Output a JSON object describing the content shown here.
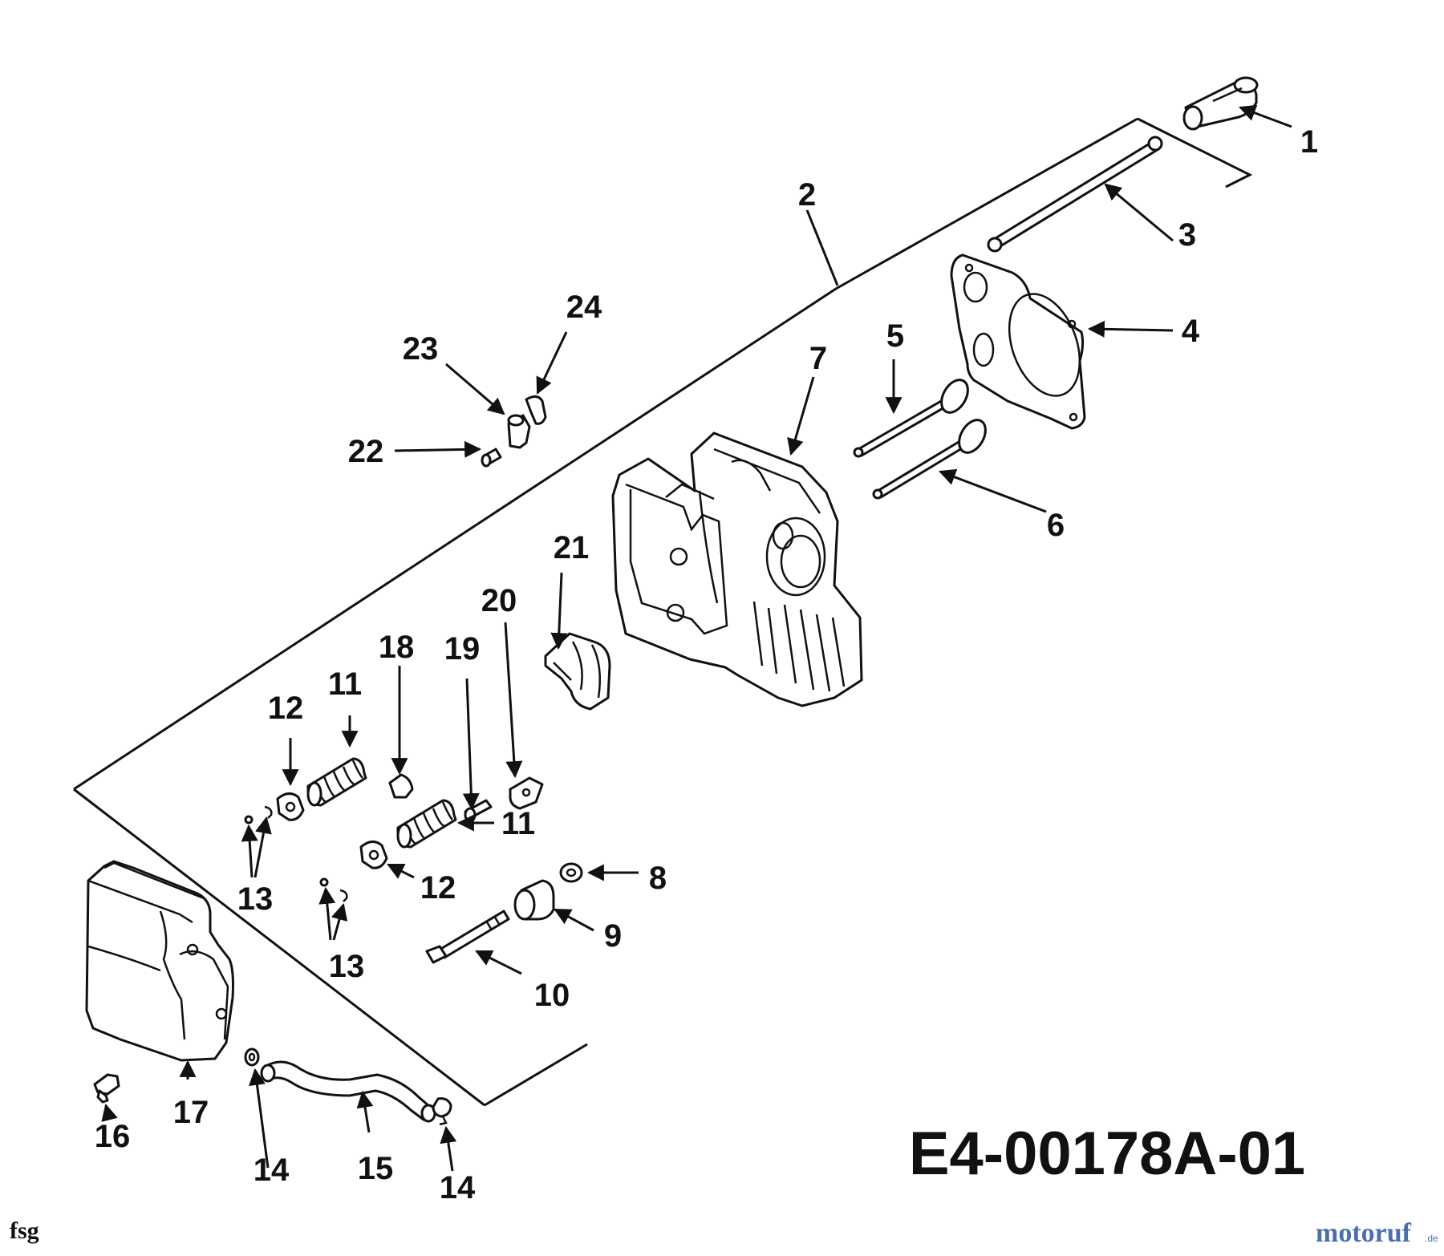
{
  "diagram": {
    "drawing_code": "E4-00178A-01",
    "corner_mark": "fsg",
    "watermark": {
      "text_main": "motoruf",
      "text_suffix": ".de",
      "color_main": "#4a6fb0",
      "color_accent": "#d2462a"
    },
    "callouts": [
      {
        "id": "c1",
        "label": "1"
      },
      {
        "id": "c2",
        "label": "2"
      },
      {
        "id": "c3",
        "label": "3"
      },
      {
        "id": "c4",
        "label": "4"
      },
      {
        "id": "c5",
        "label": "5"
      },
      {
        "id": "c6",
        "label": "6"
      },
      {
        "id": "c7",
        "label": "7"
      },
      {
        "id": "c8",
        "label": "8"
      },
      {
        "id": "c9",
        "label": "9"
      },
      {
        "id": "c10",
        "label": "10"
      },
      {
        "id": "c11a",
        "label": "11"
      },
      {
        "id": "c11b",
        "label": "11"
      },
      {
        "id": "c12a",
        "label": "12"
      },
      {
        "id": "c12b",
        "label": "12"
      },
      {
        "id": "c13a",
        "label": "13"
      },
      {
        "id": "c13b",
        "label": "13"
      },
      {
        "id": "c14a",
        "label": "14"
      },
      {
        "id": "c14b",
        "label": "14"
      },
      {
        "id": "c15",
        "label": "15"
      },
      {
        "id": "c16",
        "label": "16"
      },
      {
        "id": "c17",
        "label": "17"
      },
      {
        "id": "c18",
        "label": "18"
      },
      {
        "id": "c19",
        "label": "19"
      },
      {
        "id": "c20",
        "label": "20"
      },
      {
        "id": "c21",
        "label": "21"
      },
      {
        "id": "c22",
        "label": "22"
      },
      {
        "id": "c23",
        "label": "23"
      },
      {
        "id": "c24",
        "label": "24"
      }
    ]
  }
}
